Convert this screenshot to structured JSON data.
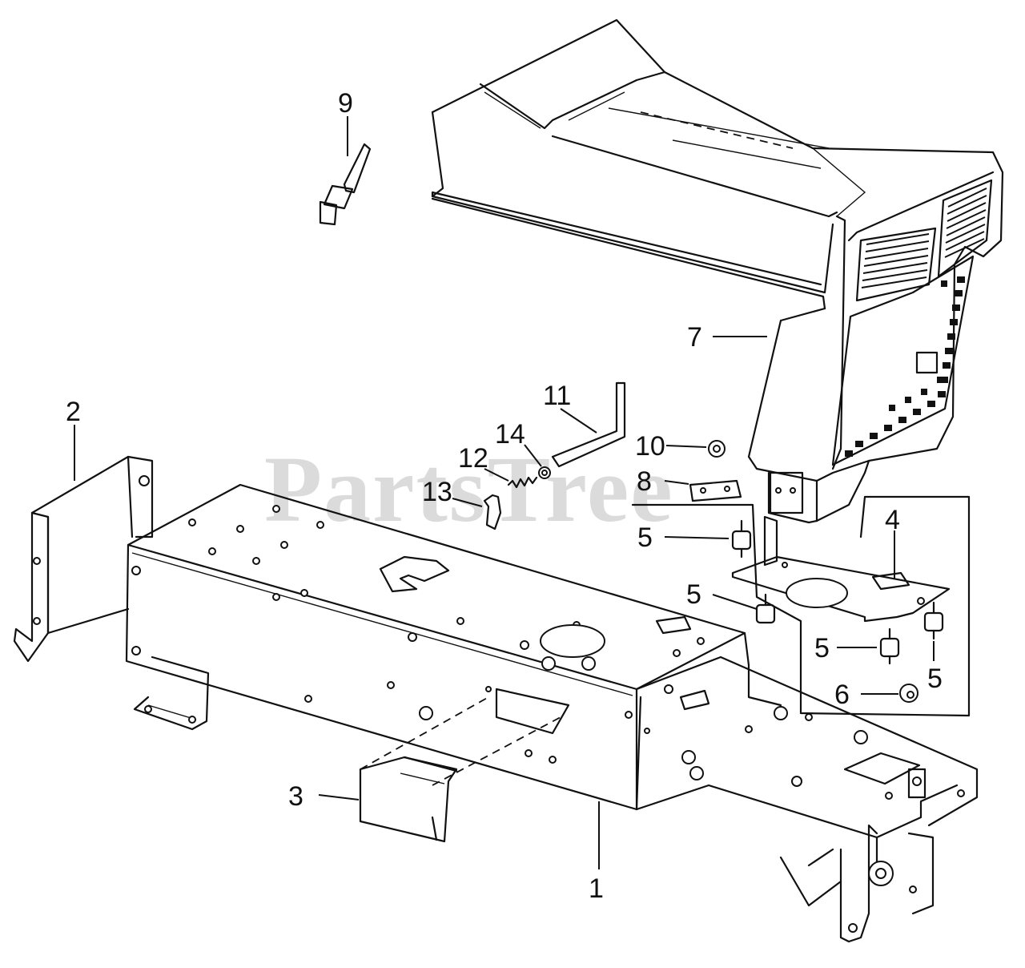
{
  "watermark": "PartsTree",
  "callouts": [
    {
      "id": "p1",
      "label": "1"
    },
    {
      "id": "p2",
      "label": "2"
    },
    {
      "id": "p3",
      "label": "3"
    },
    {
      "id": "p4",
      "label": "4"
    },
    {
      "id": "p5a",
      "label": "5"
    },
    {
      "id": "p5b",
      "label": "5"
    },
    {
      "id": "p5c",
      "label": "5"
    },
    {
      "id": "p5d",
      "label": "5"
    },
    {
      "id": "p6",
      "label": "6"
    },
    {
      "id": "p7",
      "label": "7"
    },
    {
      "id": "p8",
      "label": "8"
    },
    {
      "id": "p9",
      "label": "9"
    },
    {
      "id": "p10",
      "label": "10"
    },
    {
      "id": "p11",
      "label": "11"
    },
    {
      "id": "p12",
      "label": "12"
    },
    {
      "id": "p13",
      "label": "13"
    },
    {
      "id": "p14",
      "label": "14"
    }
  ]
}
